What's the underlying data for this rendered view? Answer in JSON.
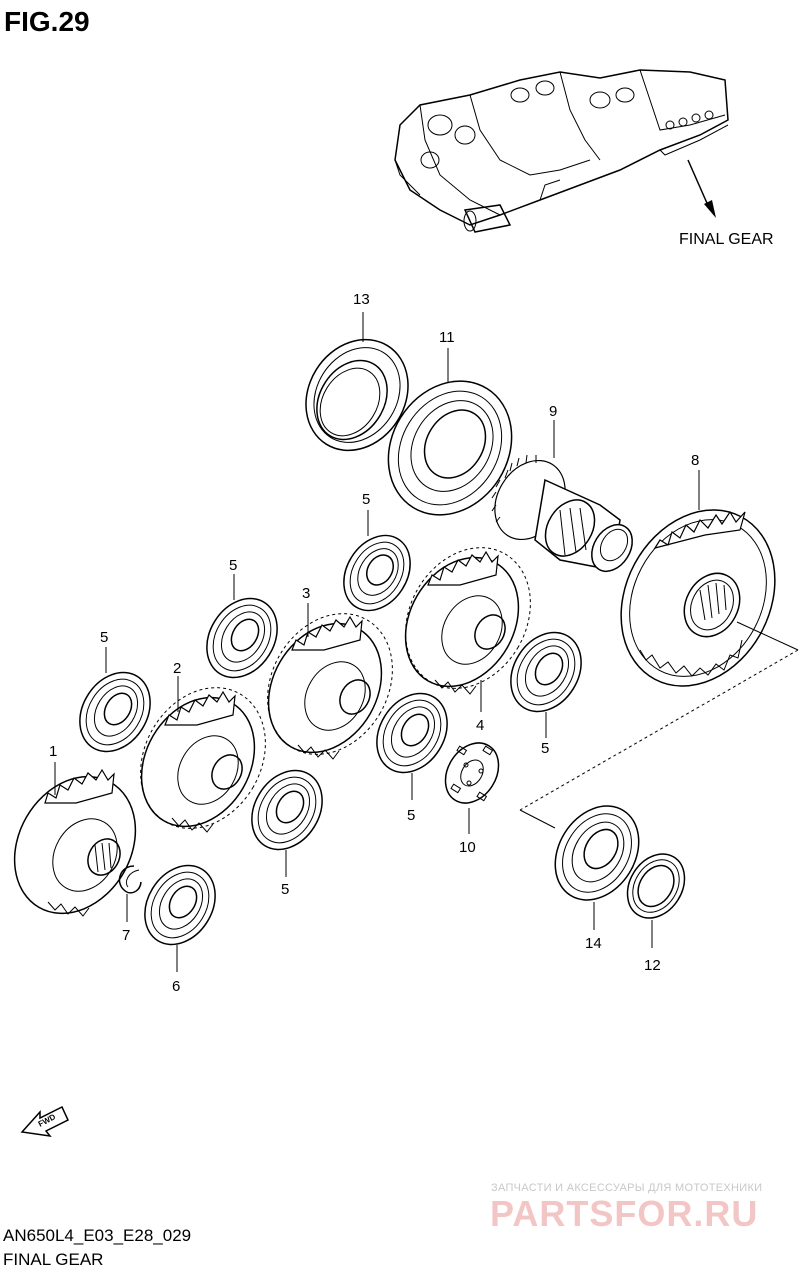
{
  "figure": {
    "title": "FIG.29",
    "assembly_callout": "FINAL GEAR",
    "fwd_label": "FWD"
  },
  "part_numbers": {
    "p1": "1",
    "p2": "2",
    "p3": "3",
    "p4": "4",
    "p5a": "5",
    "p5b": "5",
    "p5c": "5",
    "p5d": "5",
    "p5e": "5",
    "p5f": "5",
    "p6": "6",
    "p7": "7",
    "p8": "8",
    "p9": "9",
    "p10": "10",
    "p11": "11",
    "p12": "12",
    "p13": "13",
    "p14": "14"
  },
  "footer": {
    "code": "AN650L4_E03_E28_029",
    "name": "FINAL GEAR"
  },
  "watermark": {
    "tagline": "ЗАПЧАСТИ И АКСЕССУАРЫ ДЛЯ МОТОТЕХНИКИ",
    "brand": "PARTSFOR.RU"
  }
}
